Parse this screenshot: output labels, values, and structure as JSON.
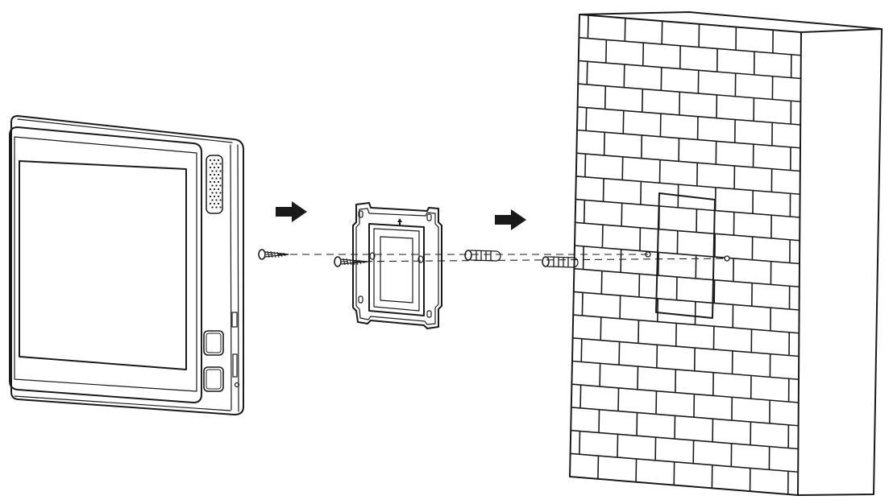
{
  "diagram": {
    "mounting_steps": [
      {
        "id": "monitor",
        "icon": "monitor-icon"
      },
      {
        "id": "screw",
        "icon": "screw-icon"
      },
      {
        "id": "mounting-plate",
        "icon": "mounting-plate-icon",
        "marking": "up-arrow"
      },
      {
        "id": "wall-anchor",
        "icon": "wall-anchor-icon",
        "count": 2
      },
      {
        "id": "wall",
        "icon": "brick-wall-icon"
      }
    ],
    "direction_arrows": 2,
    "colors": {
      "line": "#1a1a1a",
      "background": "#ffffff",
      "screen": "#ffffff"
    }
  }
}
